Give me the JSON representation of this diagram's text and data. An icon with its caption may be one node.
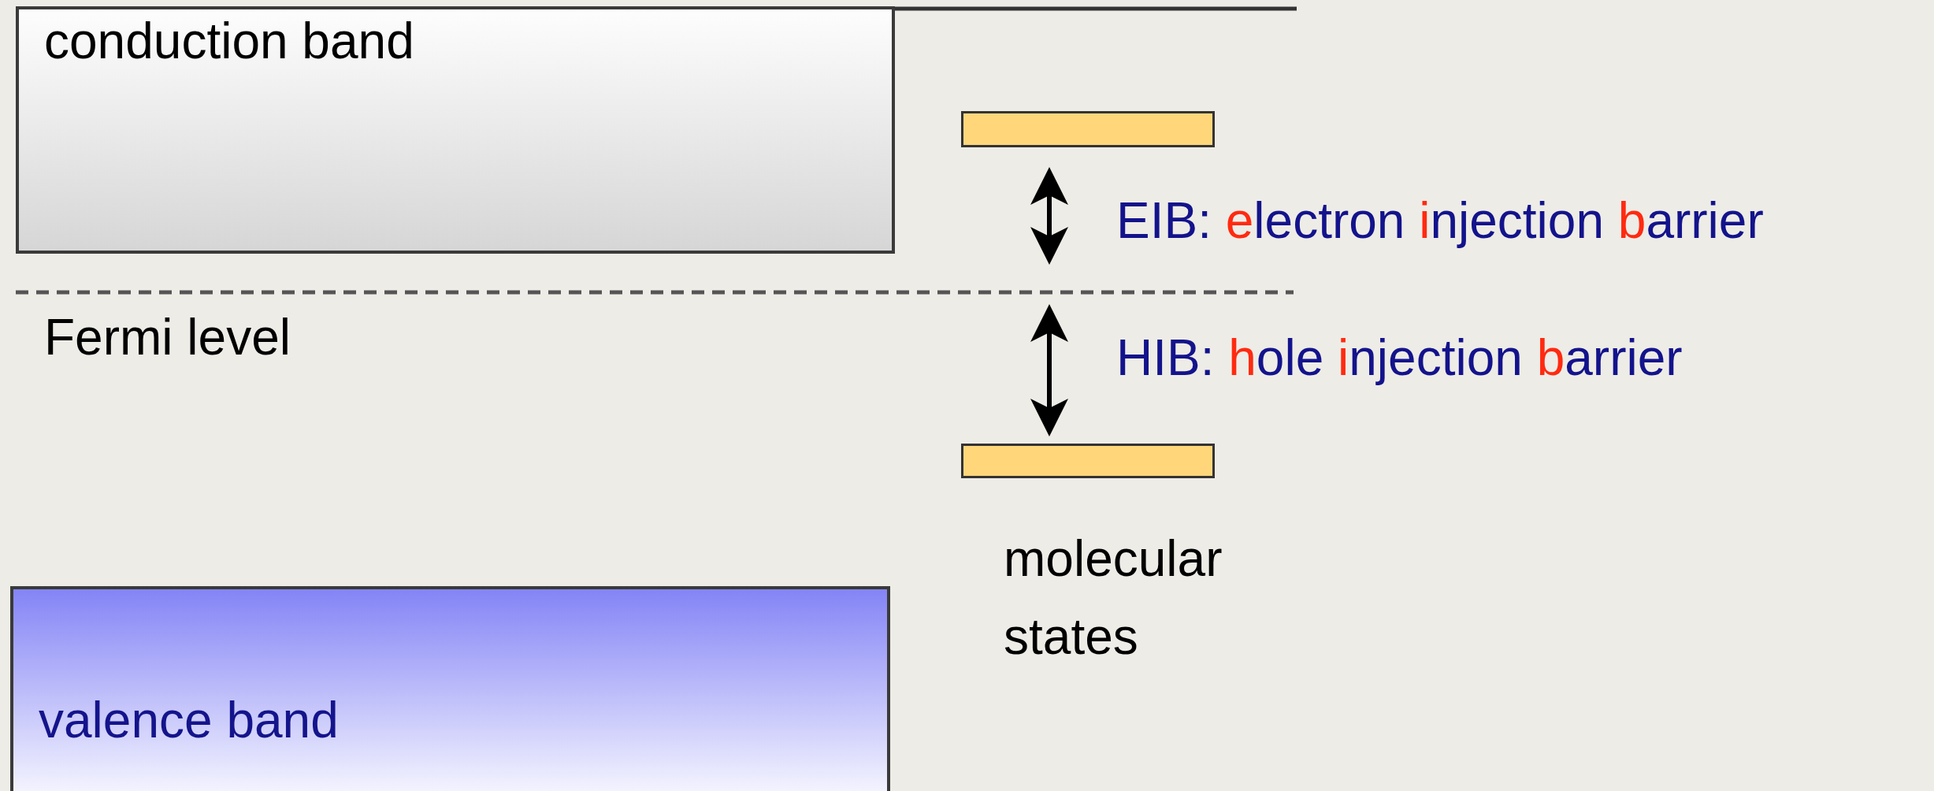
{
  "diagram": {
    "nodes": [
      {
        "text": [
          "conduction band"
        ]
      },
      {
        "text": [],
        "shape": "bar"
      },
      {
        "text": [],
        "shape": "bar"
      },
      {
        "text": [
          "valence band"
        ]
      }
    ],
    "edges": [],
    "labels": [
      "EIB: electron injection barrier",
      "Fermi level",
      "HIB: hole injection barrier",
      "molecular states"
    ]
  }
}
